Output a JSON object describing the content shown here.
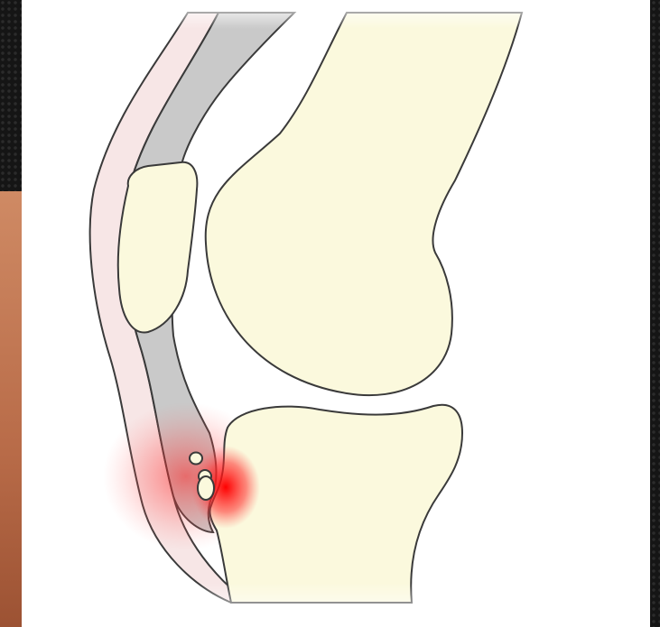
{
  "figure": {
    "colors": {
      "bone_fill": "#fbf9dd",
      "outline": "#3a3a3a",
      "tendon_fill": "#c9c9c9",
      "skin_fill": "#f7e6e6",
      "inflammation": "#ff1f1f",
      "background": "#ffffff"
    },
    "icons": {
      "femur": "femur-bone",
      "patella": "patella-bone",
      "tibia": "tibia-bone",
      "tendon": "patellar-tendon",
      "bursa": "bursitis-highlight"
    }
  }
}
